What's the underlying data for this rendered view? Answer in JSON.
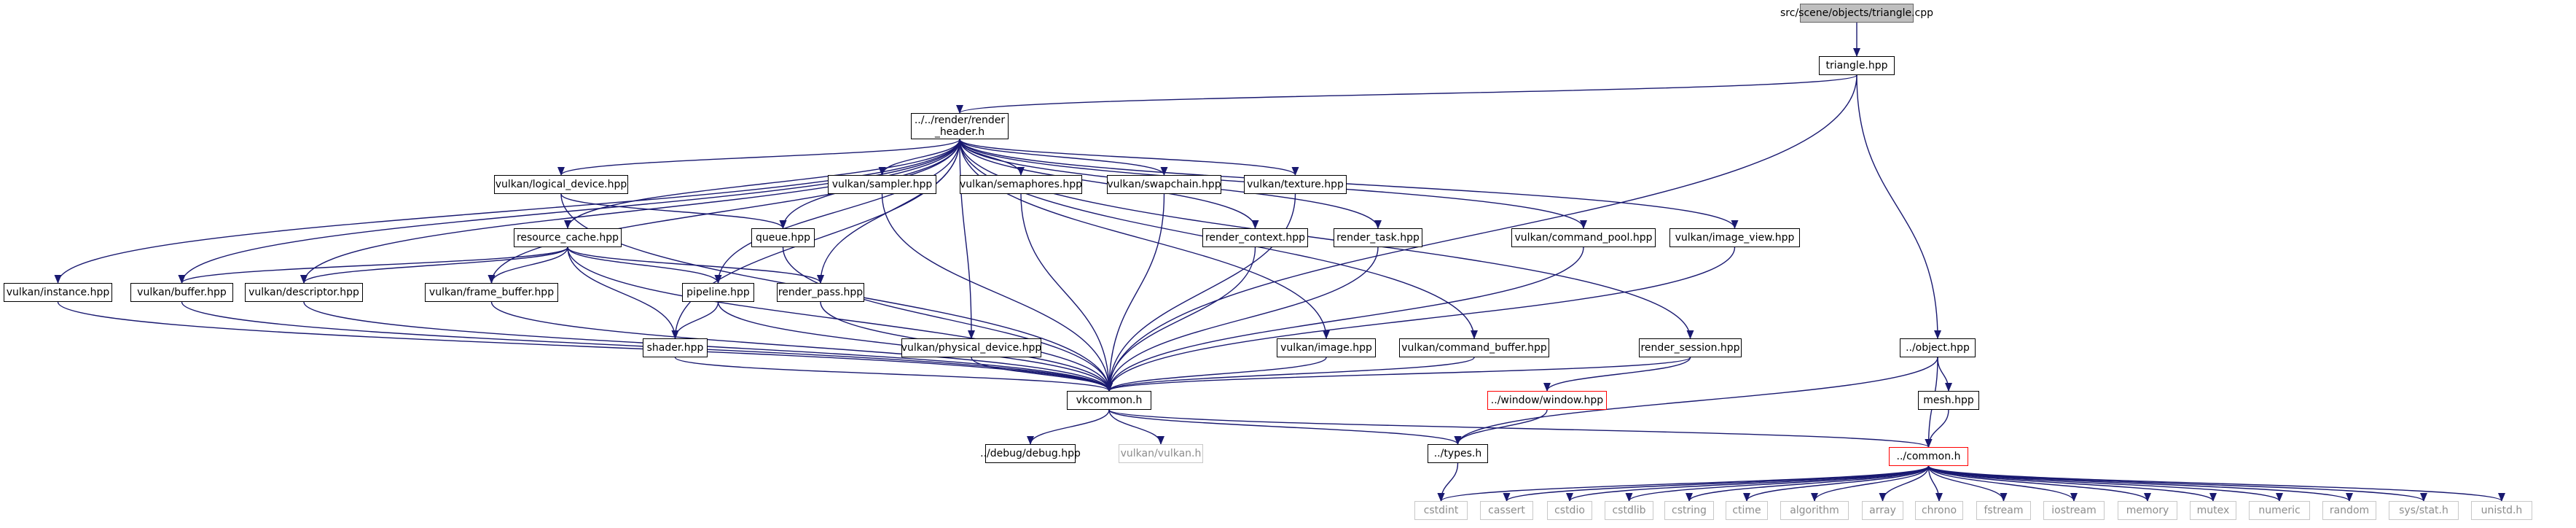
{
  "diagram": {
    "colors": {
      "edge": "#191970",
      "node_border": "#000000",
      "root_fill": "#bfbfbf",
      "external_border": "#c8c8c8",
      "truncated_border": "#ff0000"
    },
    "nodes": {
      "root": "src/scene/objects/triangle.cpp",
      "triangle_hpp": "triangle.hpp",
      "render_header": "../../render/render\n_header.h",
      "object_hpp": "../object.hpp",
      "logical_device": "vulkan/logical_device.hpp",
      "sampler": "vulkan/sampler.hpp",
      "semaphores": "vulkan/semaphores.hpp",
      "swapchain": "vulkan/swapchain.hpp",
      "texture": "vulkan/texture.hpp",
      "resource_cache": "resource_cache.hpp",
      "queue": "queue.hpp",
      "render_context": "render_context.hpp",
      "render_task": "render_task.hpp",
      "command_pool": "vulkan/command_pool.hpp",
      "image_view": "vulkan/image_view.hpp",
      "instance": "vulkan/instance.hpp",
      "buffer": "vulkan/buffer.hpp",
      "descriptor": "vulkan/descriptor.hpp",
      "frame_buffer": "vulkan/frame_buffer.hpp",
      "pipeline": "pipeline.hpp",
      "render_pass": "render_pass.hpp",
      "physical_device": "vulkan/physical_device.hpp",
      "shader": "shader.hpp",
      "image": "vulkan/image.hpp",
      "command_buffer": "vulkan/command_buffer.hpp",
      "render_session": "render_session.hpp",
      "mesh": "mesh.hpp",
      "vkcommon": "vkcommon.h",
      "window": "../window/window.hpp",
      "debug": "../debug/debug.hpp",
      "vulkan_h": "vulkan/vulkan.h",
      "types": "../types.h",
      "common": "../common.h",
      "cstdint": "cstdint",
      "cassert": "cassert",
      "cstdio": "cstdio",
      "cstdlib": "cstdlib",
      "cstring": "cstring",
      "ctime": "ctime",
      "algorithm": "algorithm",
      "array": "array",
      "chrono": "chrono",
      "fstream": "fstream",
      "iostream": "iostream",
      "memory": "memory",
      "mutex": "mutex",
      "numeric": "numeric",
      "random": "random",
      "sys_stat": "sys/stat.h",
      "unistd": "unistd.h"
    },
    "edges": [
      [
        "root",
        "triangle_hpp"
      ],
      [
        "triangle_hpp",
        "render_header"
      ],
      [
        "triangle_hpp",
        "vkcommon"
      ],
      [
        "triangle_hpp",
        "object_hpp"
      ],
      [
        "render_header",
        "logical_device"
      ],
      [
        "render_header",
        "sampler"
      ],
      [
        "render_header",
        "semaphores"
      ],
      [
        "render_header",
        "swapchain"
      ],
      [
        "render_header",
        "texture"
      ],
      [
        "render_header",
        "resource_cache"
      ],
      [
        "render_header",
        "queue"
      ],
      [
        "render_header",
        "render_context"
      ],
      [
        "render_header",
        "render_task"
      ],
      [
        "render_header",
        "command_pool"
      ],
      [
        "render_header",
        "image_view"
      ],
      [
        "render_header",
        "instance"
      ],
      [
        "render_header",
        "buffer"
      ],
      [
        "render_header",
        "descriptor"
      ],
      [
        "render_header",
        "frame_buffer"
      ],
      [
        "render_header",
        "pipeline"
      ],
      [
        "render_header",
        "render_pass"
      ],
      [
        "render_header",
        "physical_device"
      ],
      [
        "render_header",
        "shader"
      ],
      [
        "render_header",
        "image"
      ],
      [
        "render_header",
        "command_buffer"
      ],
      [
        "render_header",
        "render_session"
      ],
      [
        "logical_device",
        "queue"
      ],
      [
        "logical_device",
        "vkcommon"
      ],
      [
        "resource_cache",
        "buffer"
      ],
      [
        "resource_cache",
        "descriptor"
      ],
      [
        "resource_cache",
        "frame_buffer"
      ],
      [
        "resource_cache",
        "pipeline"
      ],
      [
        "resource_cache",
        "render_pass"
      ],
      [
        "resource_cache",
        "shader"
      ],
      [
        "resource_cache",
        "vkcommon"
      ],
      [
        "pipeline",
        "shader"
      ],
      [
        "pipeline",
        "vkcommon"
      ],
      [
        "queue",
        "vkcommon"
      ],
      [
        "sampler",
        "vkcommon"
      ],
      [
        "semaphores",
        "vkcommon"
      ],
      [
        "swapchain",
        "vkcommon"
      ],
      [
        "texture",
        "vkcommon"
      ],
      [
        "render_context",
        "vkcommon"
      ],
      [
        "render_task",
        "vkcommon"
      ],
      [
        "command_pool",
        "vkcommon"
      ],
      [
        "image_view",
        "vkcommon"
      ],
      [
        "instance",
        "vkcommon"
      ],
      [
        "buffer",
        "vkcommon"
      ],
      [
        "descriptor",
        "vkcommon"
      ],
      [
        "frame_buffer",
        "vkcommon"
      ],
      [
        "render_pass",
        "vkcommon"
      ],
      [
        "physical_device",
        "vkcommon"
      ],
      [
        "shader",
        "vkcommon"
      ],
      [
        "image",
        "vkcommon"
      ],
      [
        "command_buffer",
        "vkcommon"
      ],
      [
        "render_session",
        "vkcommon"
      ],
      [
        "render_session",
        "window"
      ],
      [
        "vkcommon",
        "debug"
      ],
      [
        "vkcommon",
        "vulkan_h"
      ],
      [
        "vkcommon",
        "types"
      ],
      [
        "vkcommon",
        "common"
      ],
      [
        "window",
        "types"
      ],
      [
        "object_hpp",
        "types"
      ],
      [
        "object_hpp",
        "mesh"
      ],
      [
        "object_hpp",
        "common"
      ],
      [
        "mesh",
        "common"
      ],
      [
        "types",
        "cstdint"
      ],
      [
        "common",
        "cstdint"
      ],
      [
        "common",
        "cassert"
      ],
      [
        "common",
        "cstdio"
      ],
      [
        "common",
        "cstdlib"
      ],
      [
        "common",
        "cstring"
      ],
      [
        "common",
        "ctime"
      ],
      [
        "common",
        "algorithm"
      ],
      [
        "common",
        "array"
      ],
      [
        "common",
        "chrono"
      ],
      [
        "common",
        "fstream"
      ],
      [
        "common",
        "iostream"
      ],
      [
        "common",
        "memory"
      ],
      [
        "common",
        "mutex"
      ],
      [
        "common",
        "numeric"
      ],
      [
        "common",
        "random"
      ],
      [
        "common",
        "sys_stat"
      ],
      [
        "common",
        "unistd"
      ]
    ]
  }
}
